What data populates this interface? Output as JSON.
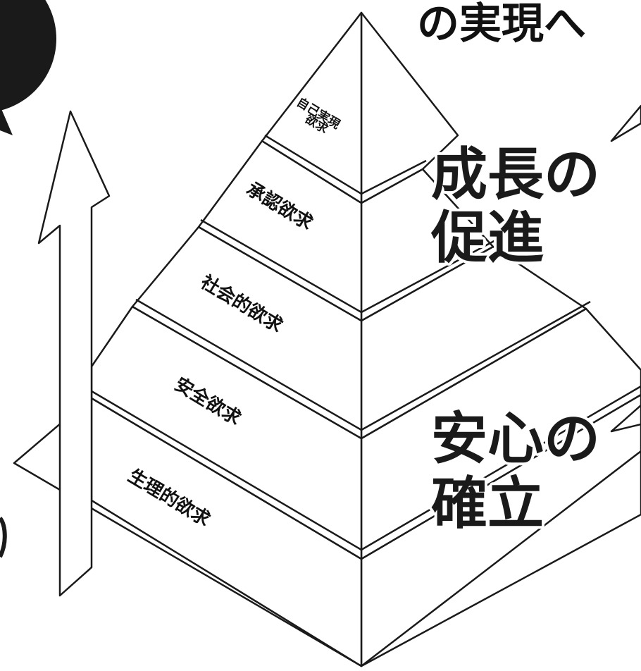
{
  "heading": {
    "text": "の実現へ"
  },
  "tiers": [
    {
      "line1": "自己実現",
      "line2": "欲求"
    },
    {
      "line1": "承認欲求"
    },
    {
      "line1": "社会的欲求"
    },
    {
      "line1": "安全欲求"
    },
    {
      "line1": "生理的欲求"
    }
  ],
  "callouts": {
    "growth": {
      "line1": "成長の",
      "line2": "促進"
    },
    "security": {
      "line1": "安心の",
      "line2": "確立"
    }
  },
  "colors": {
    "ink": "#1a1a1a",
    "paper": "#ffffff"
  }
}
